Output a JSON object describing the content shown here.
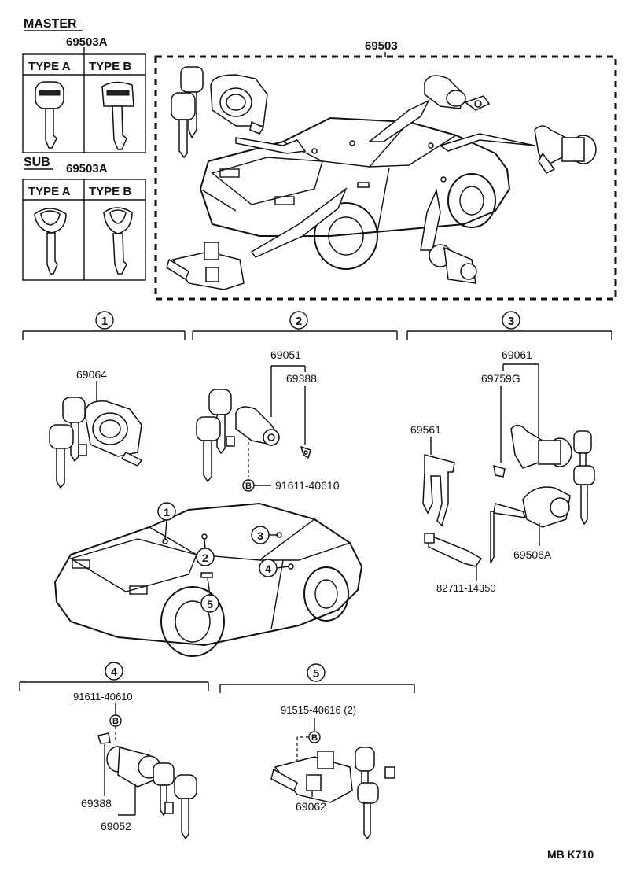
{
  "header": {
    "master_label": "MASTER",
    "sub_label": "SUB",
    "master_part": "69503A",
    "sub_part": "69503A",
    "set_part": "69503"
  },
  "key_table": {
    "type_a": "TYPE A",
    "type_b": "TYPE B"
  },
  "sections": {
    "s1": {
      "number": "1",
      "parts": [
        "69064"
      ]
    },
    "s2": {
      "number": "2",
      "parts": [
        "69051",
        "69388",
        "91611-40610"
      ]
    },
    "s3": {
      "number": "3",
      "parts": [
        "69061",
        "69759G",
        "69561",
        "69506A",
        "82711-14350"
      ]
    },
    "s4": {
      "number": "4",
      "parts": [
        "91611-40610",
        "69388",
        "69052"
      ]
    },
    "s5": {
      "number": "5",
      "parts": [
        "91515-40616 (2)",
        "69062"
      ]
    }
  },
  "callouts": [
    "1",
    "2",
    "3",
    "4",
    "5"
  ],
  "bolt_marker": "B",
  "footer": {
    "code": "MB  K710"
  }
}
